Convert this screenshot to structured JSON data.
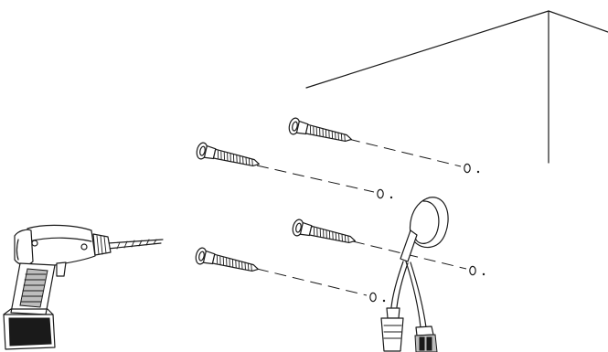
{
  "figure": {
    "kind": "installation-illustration",
    "components": [
      {
        "name": "cordless-drill",
        "icon": "drill-icon"
      },
      {
        "name": "wall-anchor",
        "count": 4,
        "icon": "anchor-icon"
      },
      {
        "name": "drilled-hole",
        "count": 4,
        "icon": "hole-icon"
      },
      {
        "name": "camera-mount",
        "icon": "camera-bracket-icon"
      },
      {
        "name": "wall-ceiling-corner",
        "icon": "wall-corner-icon"
      }
    ],
    "colors": {
      "line": "#1a1a1a",
      "background": "#ffffff"
    }
  }
}
